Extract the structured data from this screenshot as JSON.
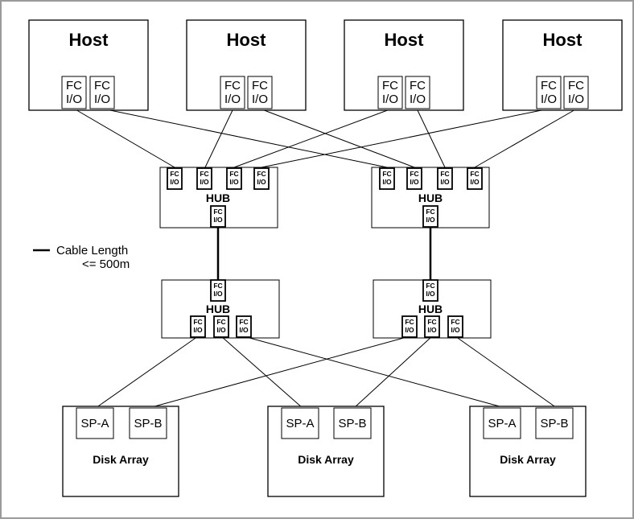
{
  "hosts": [
    {
      "title": "Host",
      "ports": [
        {
          "line1": "FC",
          "line2": "I/O"
        },
        {
          "line1": "FC",
          "line2": "I/O"
        }
      ]
    },
    {
      "title": "Host",
      "ports": [
        {
          "line1": "FC",
          "line2": "I/O"
        },
        {
          "line1": "FC",
          "line2": "I/O"
        }
      ]
    },
    {
      "title": "Host",
      "ports": [
        {
          "line1": "FC",
          "line2": "I/O"
        },
        {
          "line1": "FC",
          "line2": "I/O"
        }
      ]
    },
    {
      "title": "Host",
      "ports": [
        {
          "line1": "FC",
          "line2": "I/O"
        },
        {
          "line1": "FC",
          "line2": "I/O"
        }
      ]
    }
  ],
  "upper_hubs": [
    {
      "title": "HUB",
      "port_line1": "FC",
      "port_line2": "I/O"
    },
    {
      "title": "HUB",
      "port_line1": "FC",
      "port_line2": "I/O"
    }
  ],
  "lower_hubs": [
    {
      "title": "HUB",
      "port_line1": "FC",
      "port_line2": "I/O"
    },
    {
      "title": "HUB",
      "port_line1": "FC",
      "port_line2": "I/O"
    }
  ],
  "disk_arrays": [
    {
      "title": "Disk Array",
      "sp_a": "SP-A",
      "sp_b": "SP-B"
    },
    {
      "title": "Disk Array",
      "sp_a": "SP-A",
      "sp_b": "SP-B"
    },
    {
      "title": "Disk Array",
      "sp_a": "SP-A",
      "sp_b": "SP-B"
    }
  ],
  "legend": {
    "line1": "Cable Length",
    "line2": "<= 500m"
  }
}
